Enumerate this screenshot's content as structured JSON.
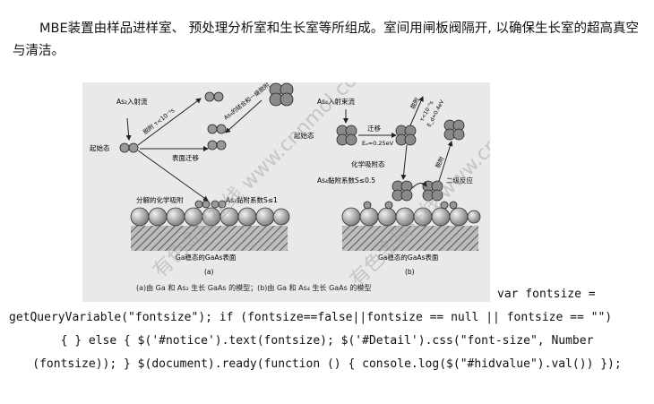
{
  "paragraph": "MBE装置由样品进样室、 预处理分析室和生长室等所组成。室间用闸板阀隔开, 以确保生长室的超高真空与清洁。",
  "figure": {
    "a": {
      "label": "(a)",
      "incident": "As₂入射流",
      "start": "起始态",
      "migrate_tag": "脱附 τ<10⁻⁵s",
      "combine": "As₄的结合和一级脱附",
      "surface_migration": "表面迁移",
      "dissociate": "分解的化学吸附",
      "sticking": "As₂黏附系数S≤1",
      "surface": "Ga稳态的GaAs表面"
    },
    "b": {
      "label": "(b)",
      "incident": "As₄入射束流",
      "start": "起始态",
      "migrate": "迁移",
      "ea": "Eₐ≈0.25eV",
      "desorb": "脱附",
      "tau": "τ<10⁻⁵s",
      "ed": "E_d≈0.4eV",
      "desorb2": "脱附",
      "chem": "化学吸附态",
      "sticking": "As₄黏附系数S≤0.5",
      "second": "二级反应",
      "surface": "Ga稳态的GaAs表面"
    },
    "caption": "(a)由 Ga 和 As₂ 生长 GaAs 的模型；(b)由 Ga 和 As₄ 生长 GaAs 的模型",
    "watermark": "有色金属在线 www.cnnmol.com"
  },
  "code": {
    "line1": "var fontsize =",
    "line2": "getQueryVariable(\"fontsize\"); if (fontsize==false||fontsize == null || fontsize == \"\")",
    "line3": "{ } else { $('#notice').text(fontsize); $('#Detail').css(\"font-size\", Number",
    "line4": "(fontsize)); } $(document).ready(function () { console.log($(\"#hidvalue\").val()) });"
  }
}
